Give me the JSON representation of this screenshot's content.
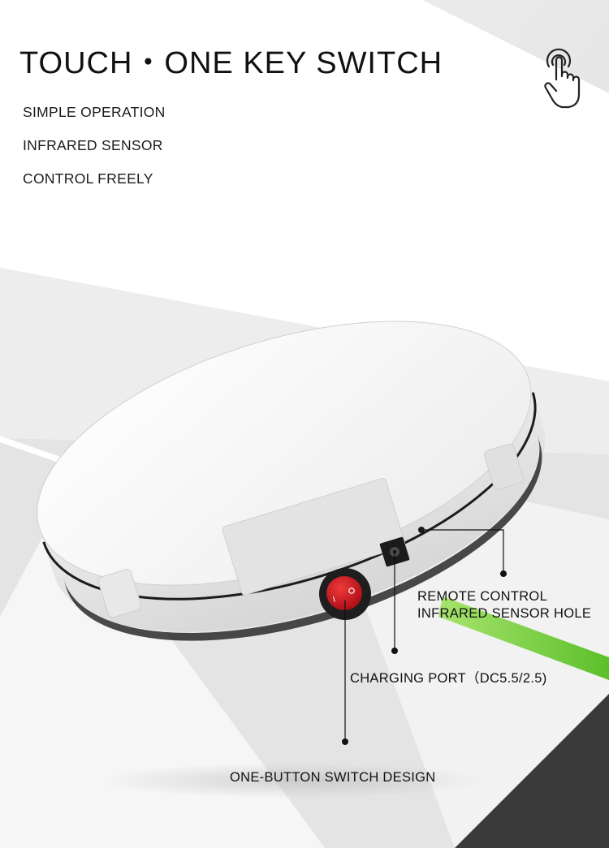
{
  "header": {
    "title": "TOUCH・ONE KEY SWITCH"
  },
  "features": [
    "SIMPLE OPERATION",
    "INFRARED SENSOR",
    "CONTROL FREELY"
  ],
  "callouts": {
    "remote_line1": "REMOTE CONTROL",
    "remote_line2": "INFRARED SENSOR HOLE",
    "charging_port": "CHARGING PORT（DC5.5/2.5)",
    "switch": "ONE-BUTTON SWITCH DESIGN"
  },
  "icons": {
    "touch": "touch-hand-icon"
  },
  "colors": {
    "accent_green": "#6fcf2a",
    "switch_red": "#c8101e",
    "dark_panel": "#3a3a3a"
  }
}
